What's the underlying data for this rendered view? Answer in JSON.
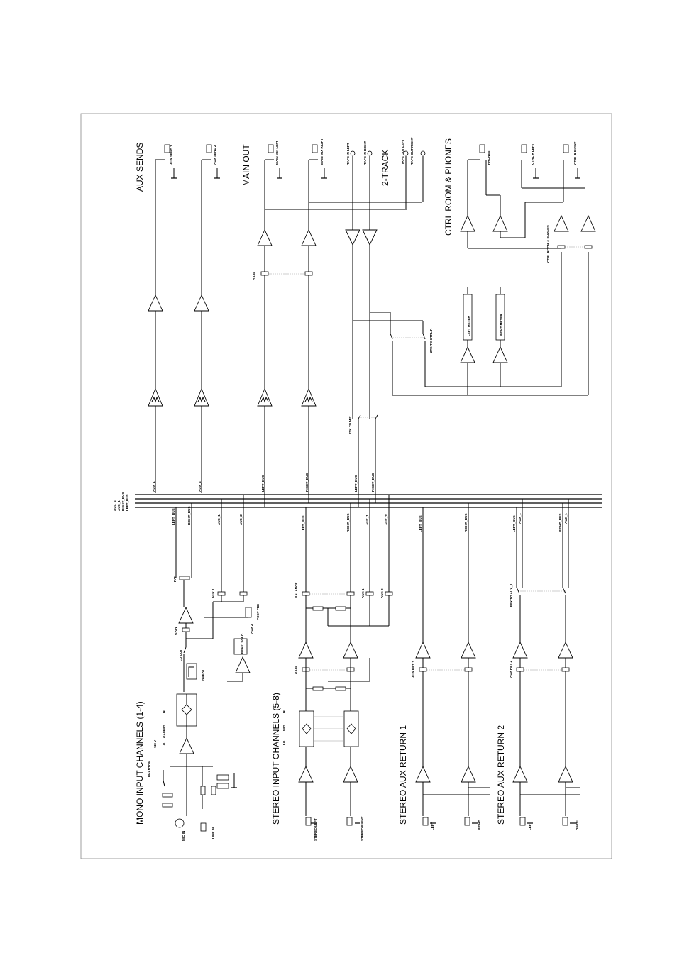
{
  "sections": {
    "aux_sends": "AUX SENDS",
    "main_out": "MAIN OUT",
    "two_track": "2-TRACK",
    "ctrl_room": "CTRL ROOM & PHONES",
    "mono_input": "MONO INPUT CHANNELS (1-4)",
    "stereo_input": "STEREO INPUT CHANNELS (5-8)",
    "aux_return_1": "STEREO AUX RETURN 1",
    "aux_return_2": "STEREO AUX RETURN 2"
  },
  "outputs": {
    "aux_send_1": "AUX SEND 1",
    "aux_send_2": "AUX SEND 2",
    "main_mix_left": "MAIN MIX LEFT",
    "main_mix_right": "MAIN MIX RIGHT",
    "tape_in_left": "TAPE IN LEFT",
    "tape_in_right": "TAPE IN RIGHT",
    "tape_out_left": "TAPE OUT LEFT",
    "tape_out_right": "TAPE OUT RIGHT",
    "phones": "PHONES",
    "ctrl_r_left": "CTRL R LEFT",
    "ctrl_r_right": "CTRL R RIGHT"
  },
  "buses": {
    "aux_2": "AUX_2",
    "aux_1": "AUX_1",
    "right_bus": "RIGHT_BUS",
    "left_bus": "LEFT_BUS",
    "aux_1_tap": "AUX_1",
    "aux_2_tap": "AUX_2",
    "left_bus_tap": "LEFT_BUS",
    "right_bus_tap": "RIGHT_BUS"
  },
  "controls": {
    "gain": "GAIN",
    "two_tk_to_mix": "2TK TO MIX",
    "two_tk_to_ctrl_r": "2TK TO CTRL R",
    "left_meter": "LEFT METER",
    "right_meter": "RIGHT METER",
    "ctrl_room_phones": "CTRL ROOM & PHONES",
    "pan": "PAN",
    "aux1": "AUX 1",
    "aux2": "AUX 2",
    "post_pre": "POST PRE",
    "peak_solo": "PEAK/ SOLO",
    "lo_cut": "LO CUT",
    "hi": "HI",
    "mid": "MID",
    "lo": "LO",
    "phantom": "PHANTOM",
    "plus48v": "+48 V",
    "mic_in": "MIC IN",
    "line_in": "LINE IN",
    "insert": "INSERT",
    "balance": "BALANCE",
    "stereo_left": "STEREO LEFT",
    "stereo_right": "STEREO RIGHT",
    "aux_ret_1": "AUX RET 1",
    "aux_ret_2": "AUX RET 2",
    "efx_to_aux1": "EFX TO AUX_1",
    "left": "LEFT",
    "right": "RIGHT"
  }
}
